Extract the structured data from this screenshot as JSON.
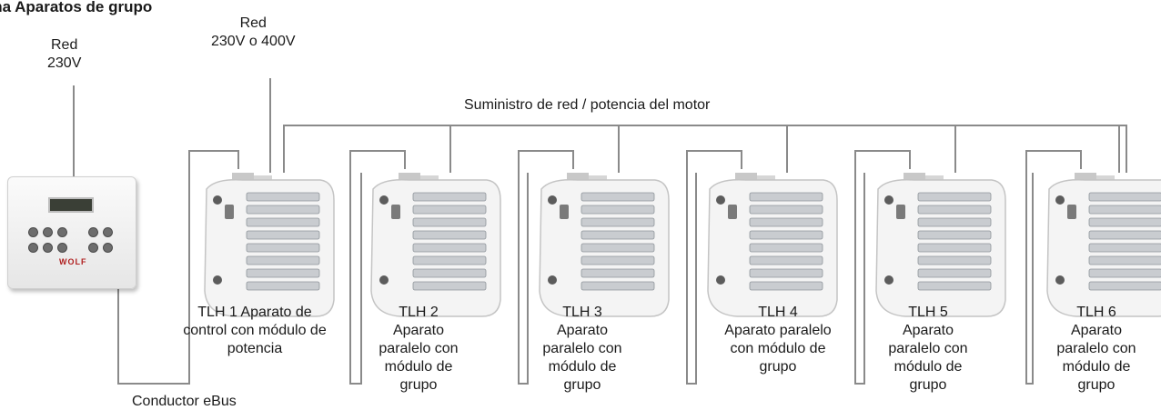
{
  "title": "ema Aparatos de grupo",
  "labels": {
    "red_230": [
      "Red",
      "230V"
    ],
    "red_230_400": [
      "Red",
      "230V o 400V"
    ],
    "supply": "Suministro de red / potencia del motor",
    "ebus": "Conductor eBus"
  },
  "controller": {
    "brand": "WOLF",
    "icon": "control-panel"
  },
  "units": [
    {
      "name": "TLH 1",
      "lines": [
        "TLH 1 Aparato de",
        "control con módulo de",
        "potencia"
      ]
    },
    {
      "name": "TLH 2",
      "lines": [
        "TLH 2",
        "Aparato",
        "paralelo con",
        "módulo de",
        "grupo"
      ]
    },
    {
      "name": "TLH 3",
      "lines": [
        "TLH 3",
        "Aparato",
        "paralelo con",
        "módulo de",
        "grupo"
      ]
    },
    {
      "name": "TLH 4",
      "lines": [
        "TLH 4",
        "Aparato paralelo",
        "con módulo de",
        "grupo"
      ]
    },
    {
      "name": "TLH 5",
      "lines": [
        "TLH 5",
        "Aparato",
        "paralelo con",
        "módulo de",
        "grupo"
      ]
    },
    {
      "name": "TLH 6",
      "lines": [
        "TLH 6",
        "Aparato",
        "paralelo con",
        "módulo de",
        "grupo"
      ]
    }
  ],
  "colors": {
    "wire": "#8a8a8a",
    "unit_body": "#f4f4f4",
    "grille": "#c9ccd0"
  }
}
